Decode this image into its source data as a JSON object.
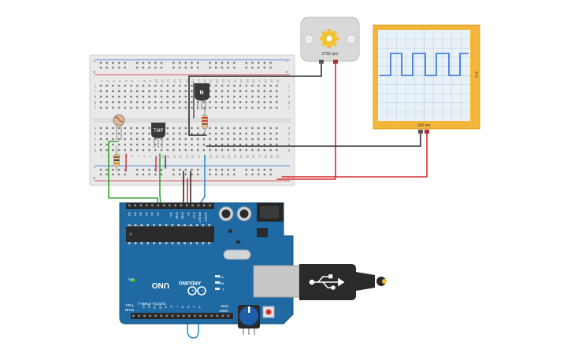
{
  "motor": {
    "speed_label": "2750 rpm",
    "body_color": "#d9d9d9",
    "gear_color": "#f2c232",
    "icon": "gear-icon"
  },
  "oscilloscope": {
    "time_label": "100 ms",
    "voltage_label": "5 V",
    "frame_color": "#f3b63a",
    "trace_color": "#2a6fd6"
  },
  "transistor": {
    "label": "N"
  },
  "temp_sensor": {
    "label": "TMP"
  },
  "arduino": {
    "brand": "ARDUINO",
    "model": "UNO",
    "on_label": "ON",
    "power_header": "POWER",
    "analog_header": "ANALOG IN",
    "digital_header": "DIGITAL (PWM~)",
    "tx_label": "TX",
    "rx_label": "RX",
    "l_label": "L",
    "tx_pin": "TX▸1",
    "rx_pin": "RX◂0",
    "aref_label": "AREF",
    "gnd_label": "GND",
    "analog_pins": [
      "A5",
      "A4",
      "A3",
      "A2",
      "A1",
      "A0"
    ],
    "power_pins": [
      "Vin",
      "GND",
      "GND",
      "5V",
      "3.3V",
      "RESET",
      "IOREF"
    ],
    "digital_pins": [
      "~3",
      "4",
      "~5",
      "~6",
      "7",
      "8",
      "~9",
      "~10",
      "~11",
      "12",
      "13"
    ],
    "board_color": "#1f6aa3"
  },
  "breadboard": {
    "column_numbers": [
      "1",
      "2",
      "3",
      "4",
      "5",
      "6",
      "7",
      "8",
      "9",
      "10",
      "11",
      "12",
      "13",
      "14",
      "15",
      "16",
      "17",
      "18",
      "19",
      "20",
      "21",
      "22",
      "23",
      "24",
      "25",
      "26",
      "27",
      "28",
      "29",
      "30"
    ],
    "row_letters_top": [
      "j",
      "i",
      "h",
      "g",
      "f"
    ],
    "row_letters_bottom": [
      "e",
      "d",
      "c",
      "b",
      "a"
    ],
    "body_color": "#e9e9e9"
  },
  "wire_colors": {
    "black": "#2b2b2b",
    "red": "#d62d2d",
    "green": "#3aa63a",
    "blue": "#2f8fd0"
  }
}
